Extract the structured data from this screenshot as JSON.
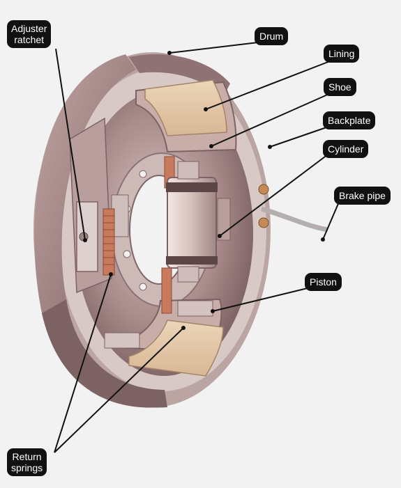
{
  "diagram": {
    "labels": {
      "adjuster_ratchet": "Adjuster\nratchet",
      "drum": "Drum",
      "lining": "Lining",
      "shoe": "Shoe",
      "backplate": "Backplate",
      "cylinder": "Cylinder",
      "brake_pipe": "Brake pipe",
      "piston": "Piston",
      "return_springs": "Return\nsprings"
    },
    "colors": {
      "label_bg": "#111111",
      "label_text": "#ffffff",
      "drum": "#a98c8b",
      "lining": "#e6c9a8",
      "shoe": "#c7aaa7",
      "spring": "#c9795c",
      "background": "#f3f2f2"
    }
  }
}
